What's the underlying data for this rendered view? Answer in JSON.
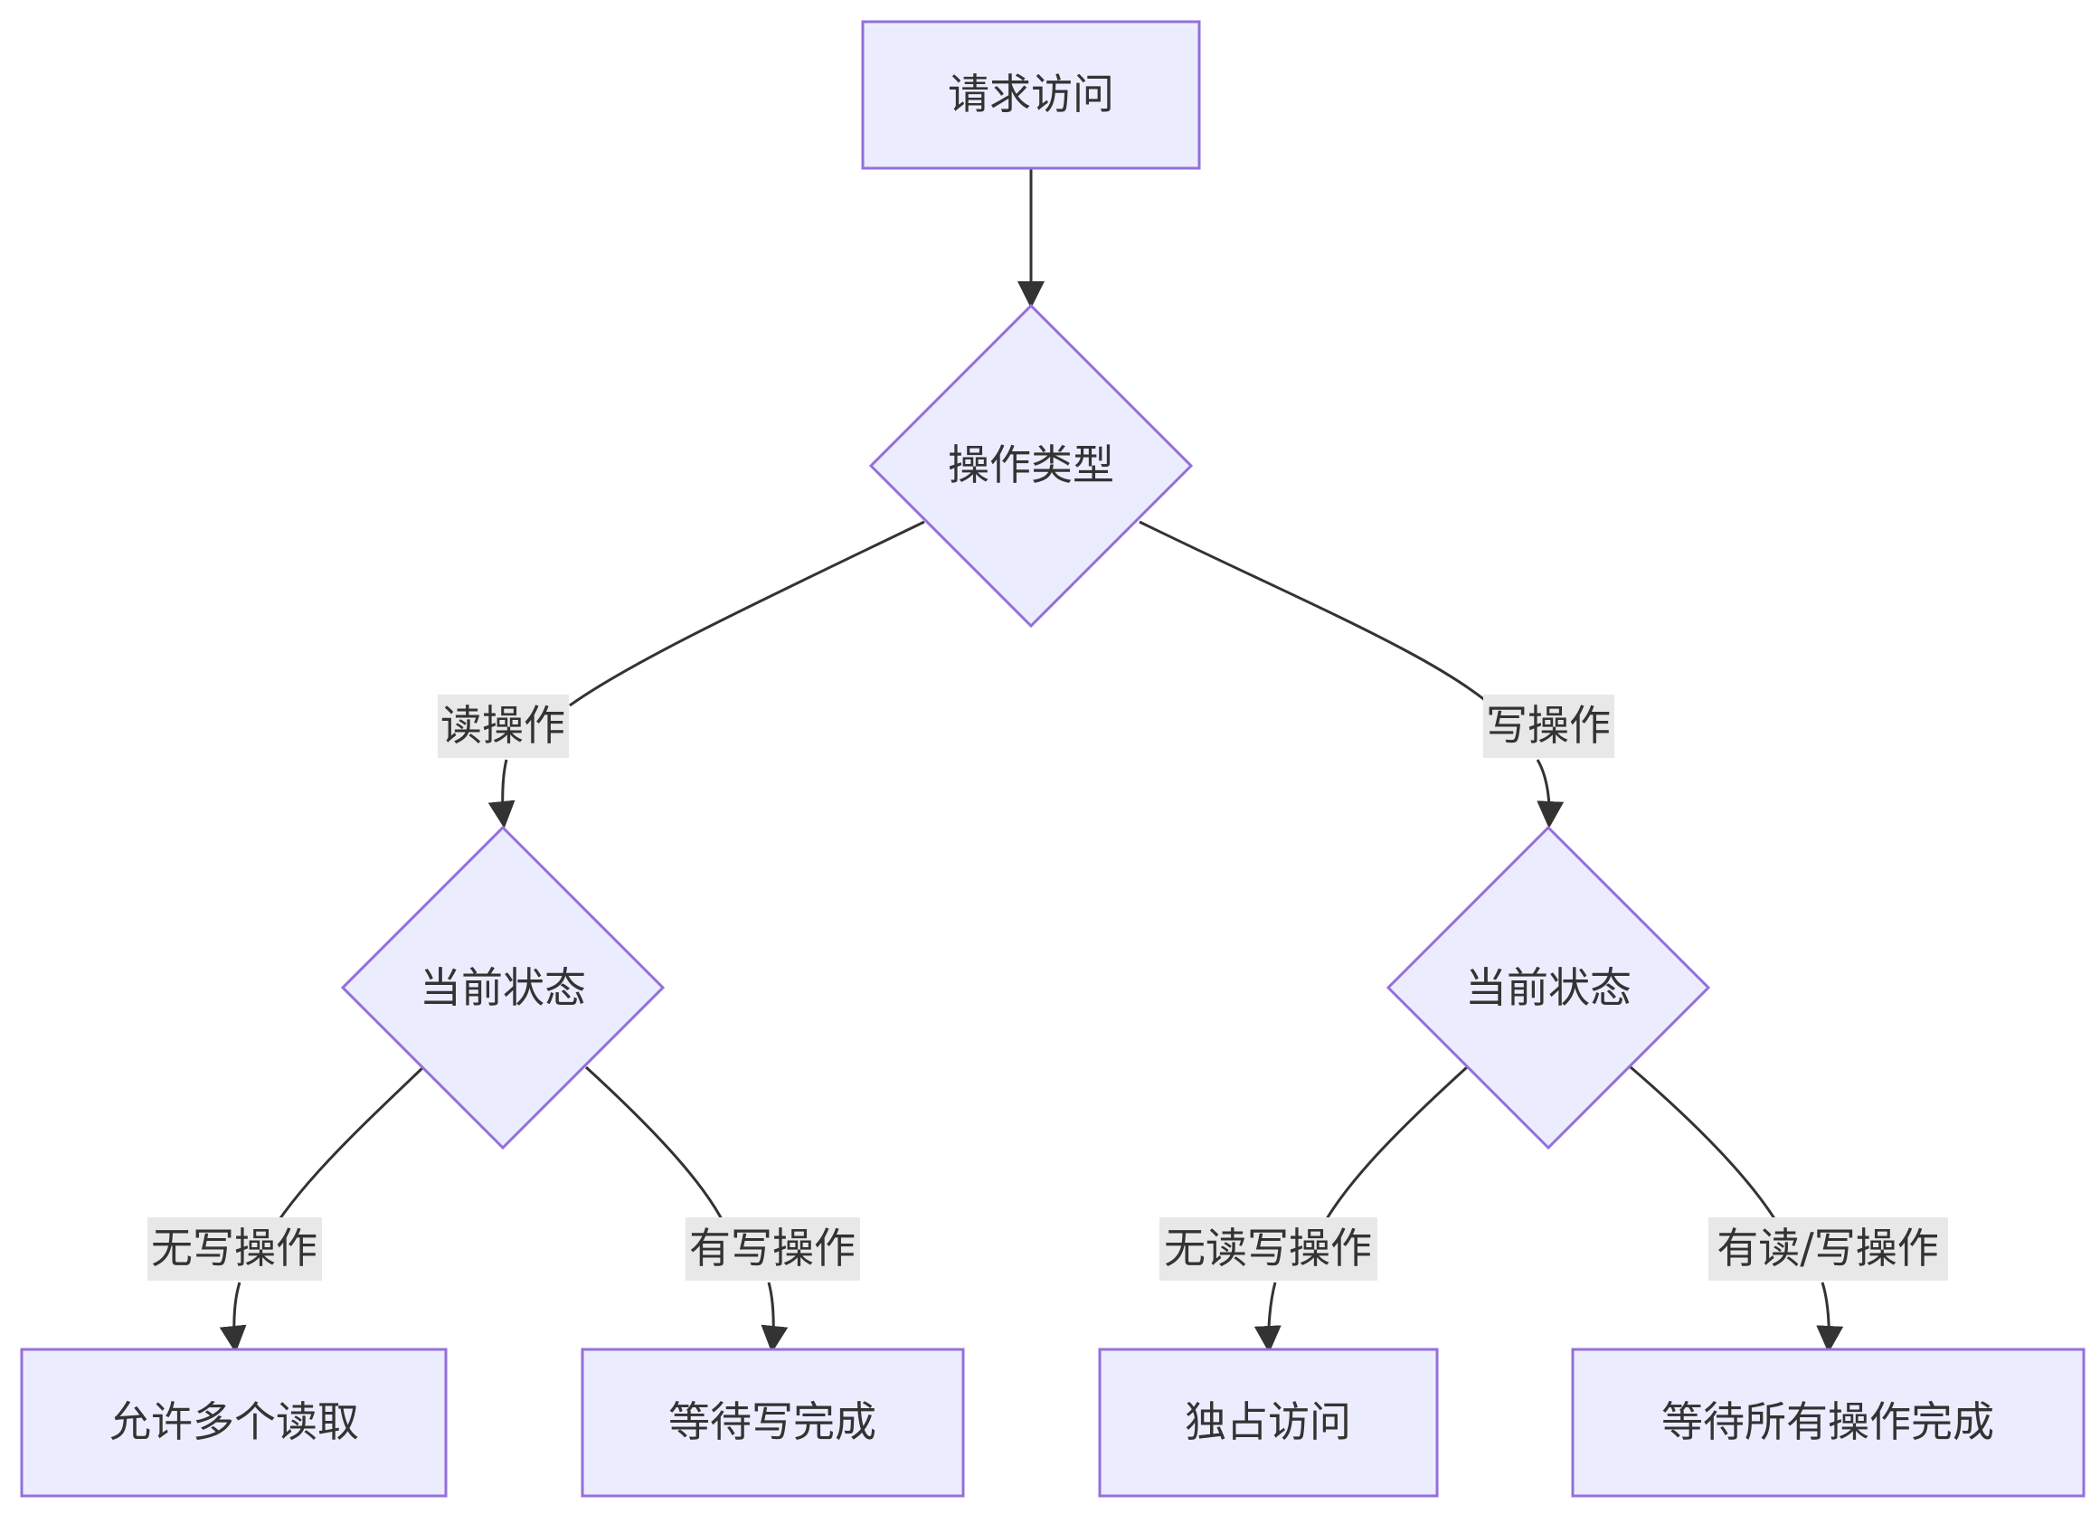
{
  "nodes": {
    "request": "请求访问",
    "op_type": "操作类型",
    "read_state": "当前状态",
    "write_state": "当前状态",
    "allow_multi_read": "允许多个读取",
    "wait_write": "等待写完成",
    "exclusive": "独占访问",
    "wait_all": "等待所有操作完成"
  },
  "edges": {
    "read_op": "读操作",
    "write_op": "写操作",
    "no_write": "无写操作",
    "has_write": "有写操作",
    "no_rw": "无读写操作",
    "has_rw": "有读/写操作"
  },
  "colors": {
    "node_fill": "#ececff",
    "node_border": "#9370db",
    "edge": "#333333",
    "label_bg": "#e8e8e8"
  }
}
